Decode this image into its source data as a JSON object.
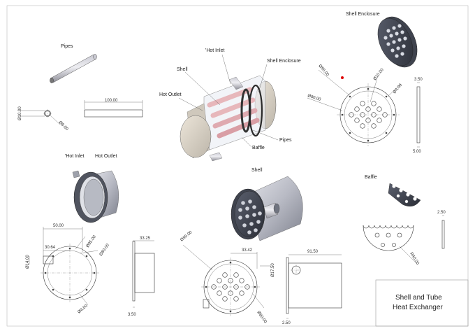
{
  "title_block": {
    "line1": "Shell and Tube",
    "line2": "Heat Exchanger"
  },
  "views": {
    "pipes": {
      "title": "Pipes",
      "dim_length": "100.00",
      "dim_outer": "Ø10.00",
      "dim_inner": "Ø8.00"
    },
    "assembly": {
      "hot_inlet": "'Hot Inlet",
      "shell": "Shell",
      "shell_enclosure": "Shell Enclosure",
      "hot_outlet": "Hot Outlet",
      "pipes": "Pipes",
      "baffle": "Baffle"
    },
    "enclosure": {
      "title": "Shell Enclosure",
      "dim_95": "Ø95.00",
      "dim_80": "Ø80.00",
      "dim_10": "Ø10.00",
      "dim_4": "Ø4.00",
      "dim_thk": "3.50",
      "dim_5": "5.00"
    },
    "hot_parts": {
      "title_inlet": "'Hot Inlet",
      "title_outlet": "Hot Outlet",
      "dim_50": "50.00",
      "dim_3064": "30.64",
      "dim_14": "Ø14.00",
      "dim_95": "Ø95.00",
      "dim_80": "Ø80.00",
      "dim_4": "Ø4.00",
      "dim_3325": "33.25",
      "dim_350": "3.50"
    },
    "shell": {
      "title": "Shell",
      "dim_95": "Ø95.00",
      "dim_3342": "33.42",
      "dim_1750": "Ø17.50",
      "dim_80": "Ø80.00",
      "dim_9150": "91.50",
      "dim_250": "2.50"
    },
    "baffle": {
      "title": "Baffle",
      "dim_r40": "R40.00",
      "dim_250": "2.50"
    }
  }
}
